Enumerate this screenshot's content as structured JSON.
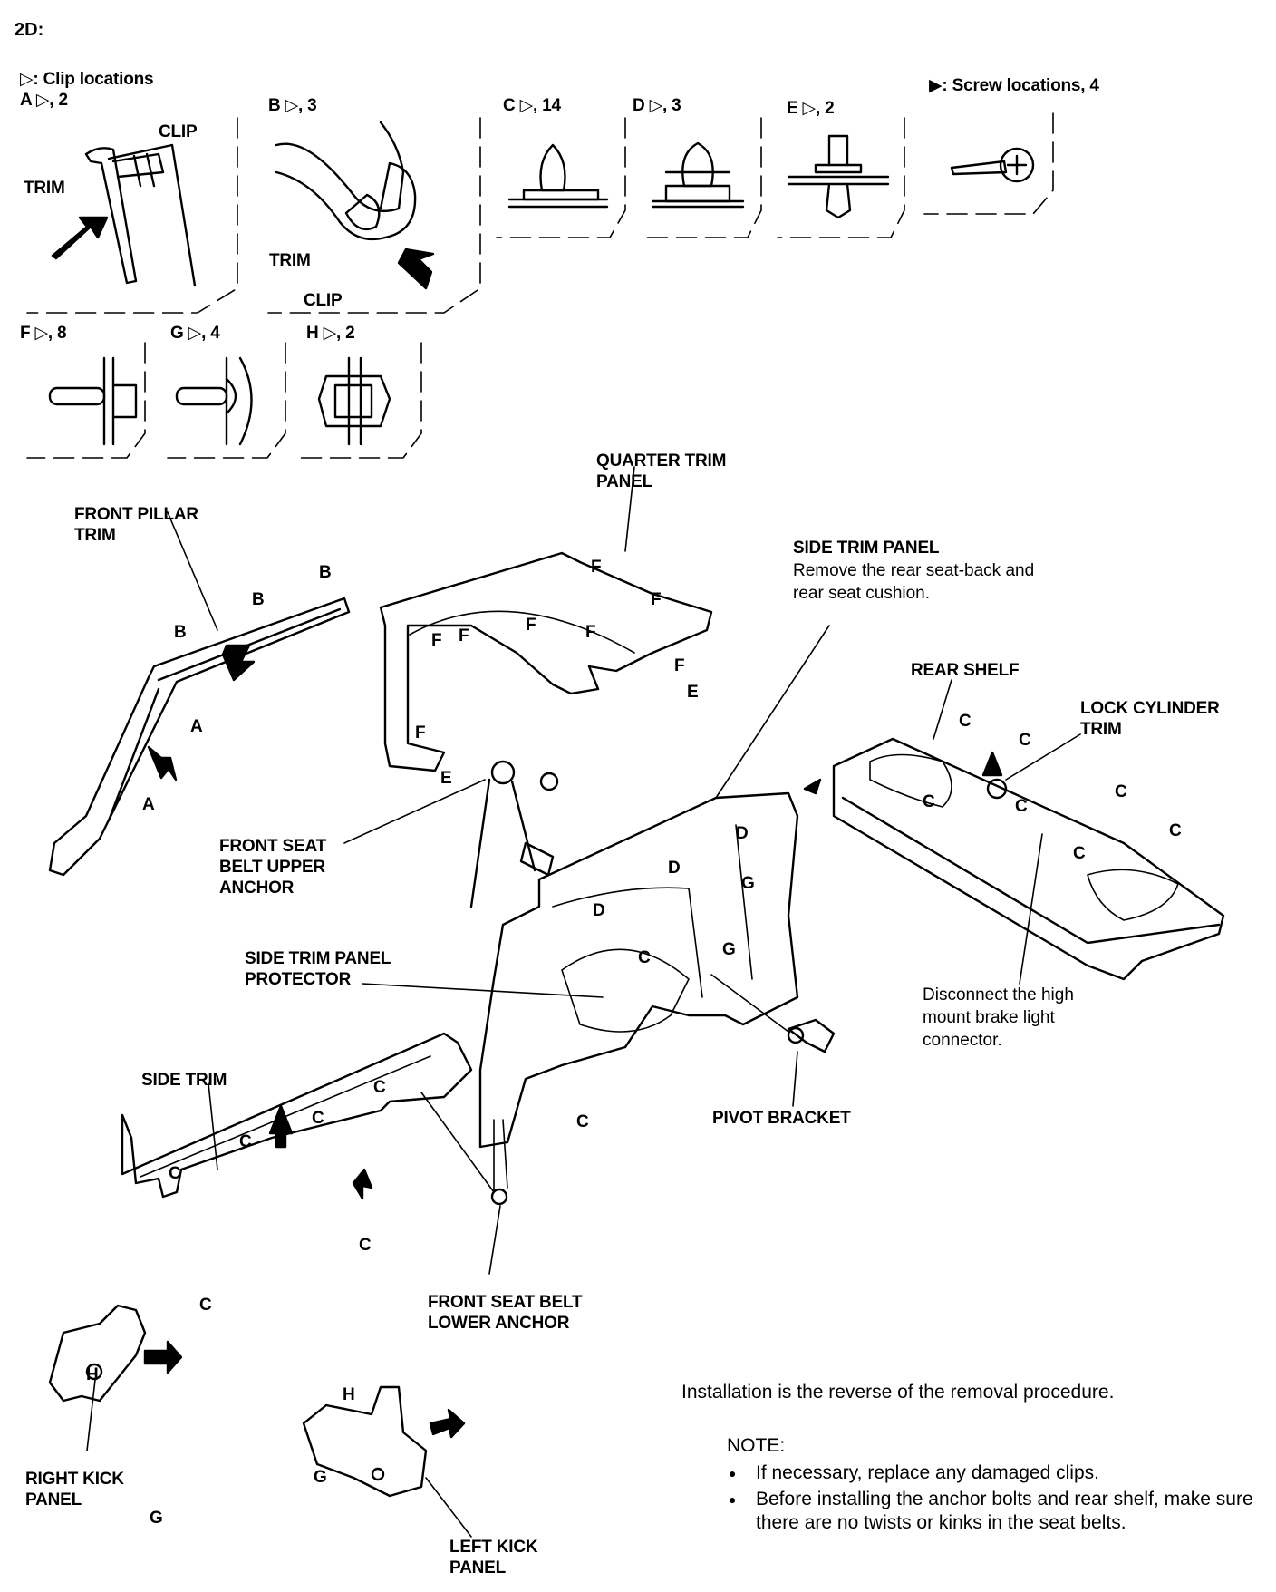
{
  "header": {
    "section": "2D:"
  },
  "legend": {
    "clip_locations": "▷: Clip locations",
    "screw_locations": "▶: Screw locations, 4"
  },
  "clip_types": [
    {
      "label": "A ▷, 2"
    },
    {
      "label": "B ▷, 3"
    },
    {
      "label": "C ▷, 14"
    },
    {
      "label": "D ▷, 3"
    },
    {
      "label": "E ▷, 2"
    },
    {
      "label": "F ▷, 8"
    },
    {
      "label": "G ▷, 4"
    },
    {
      "label": "H ▷, 2"
    }
  ],
  "detail_labels": {
    "clip": "CLIP",
    "trim": "TRIM"
  },
  "parts": {
    "front_pillar_trim": "FRONT PILLAR\nTRIM",
    "quarter_trim_panel": "QUARTER TRIM\nPANEL",
    "side_trim_panel": "SIDE TRIM PANEL",
    "side_trim_panel_note": "Remove the rear seat-back and\nrear seat cushion.",
    "rear_shelf": "REAR SHELF",
    "lock_cylinder_trim": "LOCK CYLINDER\nTRIM",
    "front_seat_belt_upper_anchor": "FRONT SEAT\nBELT UPPER\nANCHOR",
    "side_trim_panel_protector": "SIDE TRIM PANEL\nPROTECTOR",
    "brake_light_note": "Disconnect the high\nmount brake light\nconnector.",
    "side_trim": "SIDE TRIM",
    "pivot_bracket": "PIVOT BRACKET",
    "front_seat_belt_lower_anchor": "FRONT SEAT BELT\nLOWER ANCHOR",
    "right_kick_panel": "RIGHT KICK\nPANEL",
    "left_kick_panel": "LEFT KICK\nPANEL"
  },
  "clip_markers": {
    "a": "A",
    "b": "B",
    "c": "C",
    "d": "D",
    "e": "E",
    "f": "F",
    "g": "G",
    "h": "H"
  },
  "installation": {
    "text": "Installation is the reverse of the removal procedure.",
    "note_title": "NOTE:",
    "notes": [
      "If necessary, replace any damaged clips.",
      "Before installing the anchor bolts and rear shelf, make sure there are no twists or kinks in the seat belts."
    ]
  }
}
